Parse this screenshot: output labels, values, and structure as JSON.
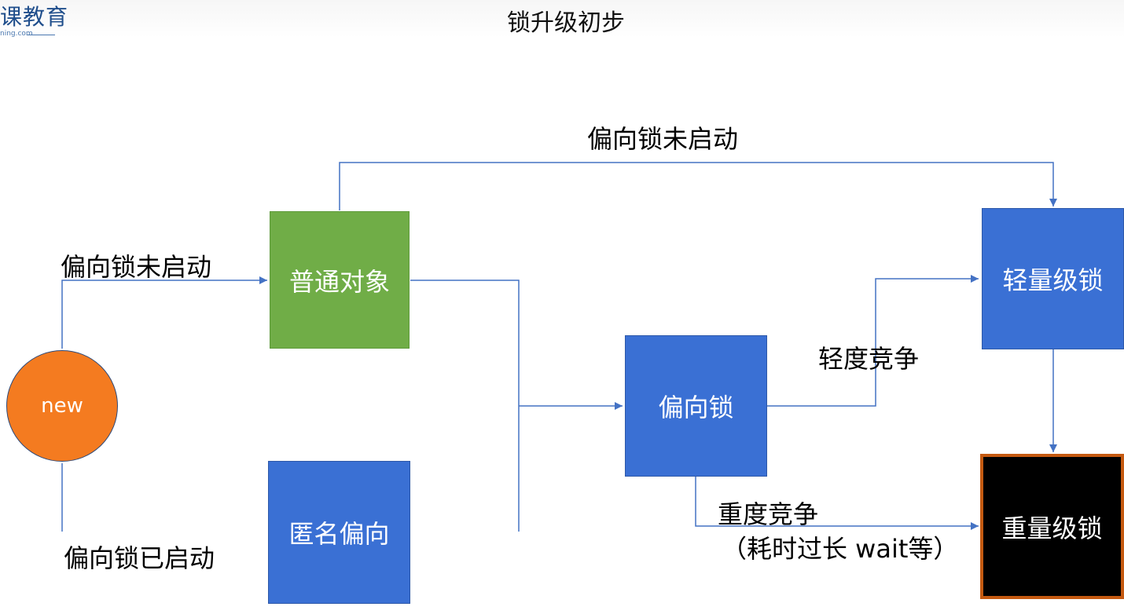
{
  "header": {
    "logo_text": "课教育",
    "logo_subtext": "ning.com",
    "title": "锁升级初步"
  },
  "nodes": {
    "new": "new",
    "ordinary_object": "普通对象",
    "anonymous_biased": "匿名偏向",
    "biased_lock": "偏向锁",
    "lightweight_lock": "轻量级锁",
    "heavyweight_lock": "重量级锁"
  },
  "edge_labels": {
    "bias_not_started_top": "偏向锁未启动",
    "bias_not_started_left": "偏向锁未启动",
    "bias_started": "偏向锁已启动",
    "light_contention": "轻度竞争",
    "heavy_contention": "重度竞争",
    "heavy_contention_note": "（耗时过长 wait等）"
  },
  "colors": {
    "new": "#f47b20",
    "ordinary_object": "#70ad47",
    "lock_blue": "#3a70d4",
    "heavyweight_fill": "#000000",
    "heavyweight_border": "#c55a11",
    "connector": "#4472c4"
  }
}
